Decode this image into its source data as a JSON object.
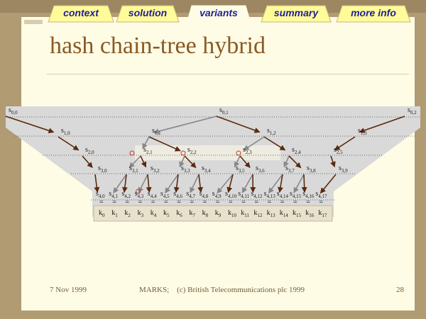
{
  "tabs": [
    {
      "label": "context"
    },
    {
      "label": "solution"
    },
    {
      "label": "variants"
    },
    {
      "label": "summary"
    },
    {
      "label": "more info"
    }
  ],
  "active_tab": "variants",
  "title": "hash chain-tree hybrid",
  "footer": {
    "date": "7 Nov 1999",
    "copyright": "MARKS;    (c) British Telecommunications plc 1999",
    "page": "28"
  },
  "colors": {
    "background": "#b09b73",
    "slide": "#fffce6",
    "tab": "#fffb9a",
    "title": "#8a5a23",
    "chain_arrow": "#5a2a10",
    "tree_arrow": "#888888",
    "band": "#d9d9d9",
    "key_box": "#e8e2cc"
  },
  "diagram": {
    "level0": [
      {
        "base": "s",
        "sub": "0,0"
      },
      {
        "base": "s",
        "sub": "0,1"
      },
      {
        "base": "s",
        "sub": "0,2"
      }
    ],
    "level1": [
      {
        "base": "s",
        "sub": "1,0"
      },
      {
        "base": "s",
        "sub": "1,1"
      },
      {
        "base": "s",
        "sub": "1,2"
      },
      {
        "base": "s",
        "sub": "1,3"
      }
    ],
    "level2": [
      {
        "base": "s",
        "sub": "2,0"
      },
      {
        "base": "s",
        "sub": "2,1"
      },
      {
        "base": "s",
        "sub": "2,2"
      },
      {
        "base": "s",
        "sub": "2,3"
      },
      {
        "base": "s",
        "sub": "2,4"
      },
      {
        "base": "s",
        "sub": "2,5"
      }
    ],
    "level3": [
      {
        "base": "s",
        "sub": "3,0"
      },
      {
        "base": "s",
        "sub": "3,1"
      },
      {
        "base": "s",
        "sub": "3,2"
      },
      {
        "base": "s",
        "sub": "3,3"
      },
      {
        "base": "s",
        "sub": "3,4"
      },
      {
        "base": "s",
        "sub": "3,5"
      },
      {
        "base": "s",
        "sub": "3,6"
      },
      {
        "base": "s",
        "sub": "3,7"
      },
      {
        "base": "s",
        "sub": "3,8"
      },
      {
        "base": "s",
        "sub": "3,9"
      }
    ],
    "leaves": [
      {
        "base": "s",
        "sub": "4,0"
      },
      {
        "base": "s",
        "sub": "4,1"
      },
      {
        "base": "s",
        "sub": "4,2"
      },
      {
        "base": "s",
        "sub": "4,3"
      },
      {
        "base": "s",
        "sub": "4,4"
      },
      {
        "base": "s",
        "sub": "4,5"
      },
      {
        "base": "s",
        "sub": "4,6"
      },
      {
        "base": "s",
        "sub": "4,7"
      },
      {
        "base": "s",
        "sub": "4,8"
      },
      {
        "base": "s",
        "sub": "4,9"
      },
      {
        "base": "s",
        "sub": "4,10"
      },
      {
        "base": "s",
        "sub": "4,11"
      },
      {
        "base": "s",
        "sub": "4,12"
      },
      {
        "base": "s",
        "sub": "4,13"
      },
      {
        "base": "s",
        "sub": "4,14"
      },
      {
        "base": "s",
        "sub": "4,15"
      },
      {
        "base": "s",
        "sub": "4,16"
      },
      {
        "base": "s",
        "sub": "4,17"
      }
    ],
    "keys": [
      {
        "base": "k",
        "sub": "0"
      },
      {
        "base": "k",
        "sub": "1"
      },
      {
        "base": "k",
        "sub": "2"
      },
      {
        "base": "k",
        "sub": "3"
      },
      {
        "base": "k",
        "sub": "4"
      },
      {
        "base": "k",
        "sub": "5"
      },
      {
        "base": "k",
        "sub": "6"
      },
      {
        "base": "k",
        "sub": "7"
      },
      {
        "base": "k",
        "sub": "8"
      },
      {
        "base": "k",
        "sub": "9"
      },
      {
        "base": "k",
        "sub": "10"
      },
      {
        "base": "k",
        "sub": "11"
      },
      {
        "base": "k",
        "sub": "12"
      },
      {
        "base": "k",
        "sub": "13"
      },
      {
        "base": "k",
        "sub": "14"
      },
      {
        "base": "k",
        "sub": "15"
      },
      {
        "base": "k",
        "sub": "16"
      },
      {
        "base": "k",
        "sub": "17"
      }
    ],
    "equals": "="
  }
}
